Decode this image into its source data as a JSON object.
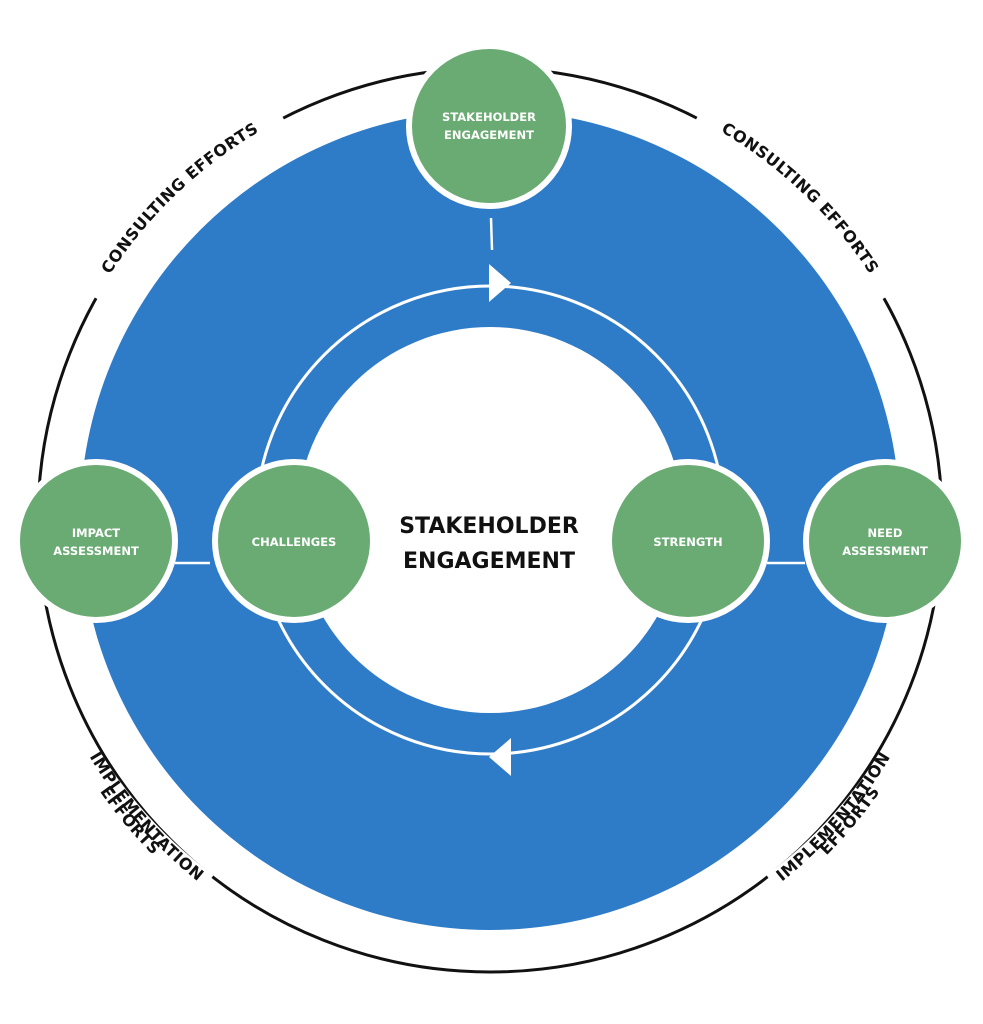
{
  "colors": {
    "ring": "#2e7bc8",
    "node": "#6aab73",
    "node_border": "#ffffff",
    "outline": "#111111",
    "background": "#ffffff"
  },
  "center": {
    "line1": "STAKEHOLDER",
    "line2": "ENGAGEMENT"
  },
  "nodes": {
    "top": {
      "line1": "STAKEHOLDER",
      "line2": "ENGAGEMENT"
    },
    "left_outer": {
      "line1": "IMPACT",
      "line2": "ASSESSMENT"
    },
    "left_inner": {
      "line1": "CHALLENGES"
    },
    "right_inner": {
      "line1": "STRENGTH"
    },
    "right_outer": {
      "line1": "NEED",
      "line2": "ASSESSMENT"
    }
  },
  "outer_labels": {
    "top_left": "CONSULTING EFFORTS",
    "top_right": "CONSULTING EFFORTS",
    "bottom_left_1": "IMPLEMENTATION",
    "bottom_left_2": "EFFORTS",
    "bottom_right_1": "IMPLEMENTATION",
    "bottom_right_2": "EFFORTS"
  }
}
